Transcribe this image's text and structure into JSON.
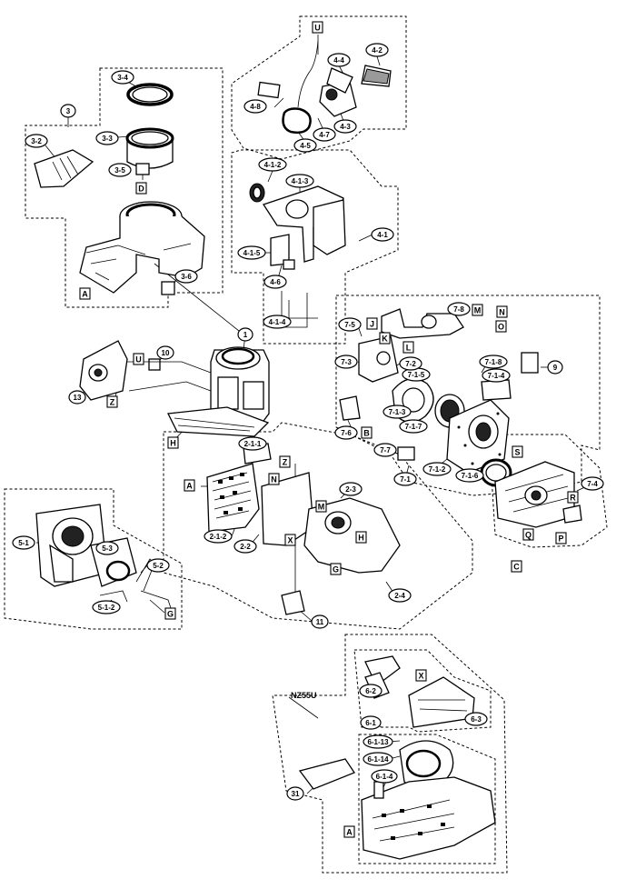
{
  "model_label": "NZ55U",
  "part_labels": {
    "p3": "3",
    "p3_2": "3-2",
    "p3_3": "3-3",
    "p3_4": "3-4",
    "p3_5": "3-5",
    "p3_6": "3-6",
    "p1": "1",
    "p10": "10",
    "p13": "13",
    "p4_1": "4-1",
    "p4_1_2": "4-1-2",
    "p4_1_3": "4-1-3",
    "p4_1_4": "4-1-4",
    "p4_1_5": "4-1-5",
    "p4_2": "4-2",
    "p4_3": "4-3",
    "p4_4": "4-4",
    "p4_5": "4-5",
    "p4_6": "4-6",
    "p4_7": "4-7",
    "p4_8": "4-8",
    "p2_1_1": "2-1-1",
    "p2_1_2": "2-1-2",
    "p2_2": "2-2",
    "p2_3": "2-3",
    "p2_4": "2-4",
    "p11": "11",
    "p5_1": "5-1",
    "p5_1_2": "5-1-2",
    "p5_2": "5-2",
    "p5_3": "5-3",
    "p7_1": "7-1",
    "p7_1_2": "7-1-2",
    "p7_1_3": "7-1-3",
    "p7_1_4": "7-1-4",
    "p7_1_5": "7-1-5",
    "p7_1_6": "7-1-6",
    "p7_1_7": "7-1-7",
    "p7_1_8": "7-1-8",
    "p7_2": "7-2",
    "p7_3": "7-3",
    "p7_4": "7-4",
    "p7_5": "7-5",
    "p7_6": "7-6",
    "p7_7": "7-7",
    "p7_8": "7-8",
    "p9": "9",
    "p6_1": "6-1",
    "p6_1_4": "6-1-4",
    "p6_1_13": "6-1-13",
    "p6_1_14": "6-1-14",
    "p6_2": "6-2",
    "p6_3": "6-3",
    "p31": "31"
  },
  "ref_labels": {
    "A1": "A",
    "A2": "A",
    "A3": "A",
    "B": "B",
    "C": "C",
    "D": "D",
    "G1": "G",
    "G2": "G",
    "H1": "H",
    "H2": "H",
    "J": "J",
    "K": "K",
    "L": "L",
    "M1": "M",
    "M2": "M",
    "N1": "N",
    "N2": "N",
    "O": "O",
    "P": "P",
    "Q": "Q",
    "R": "R",
    "S": "S",
    "U1": "U",
    "U2": "U",
    "X1": "X",
    "X2": "X",
    "Z1": "Z",
    "Z2": "Z"
  }
}
